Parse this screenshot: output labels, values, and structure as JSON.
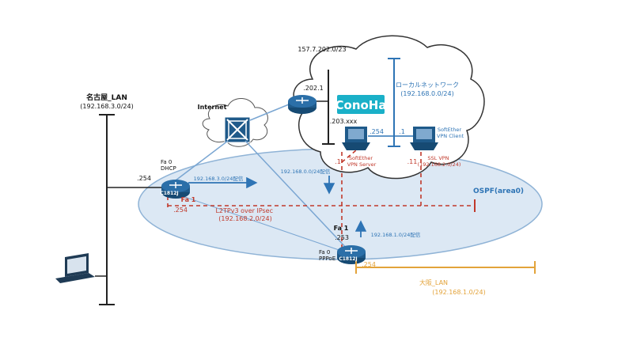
{
  "labels": {
    "nagoya_lan": "名古屋_LAN",
    "nagoya_net": "(192.168.3.0/24)",
    "internet": "Internet",
    "cloud_net": "157.7.202.0/23",
    "cloud_gw": ".202.1",
    "cloud_host": ".203.xxx",
    "local_net_title": "ローカルネットワーク",
    "local_net": "(192.168.0.0/24)",
    "host_254": ".254",
    "host_1_right": ".1",
    "sevpn_client": "SoftEther\nVPN Client",
    "sevpn_server": "SoftEther\nVPN Server",
    "ssl_vpn": "SSL VPN\n(192.168.2.0/24)",
    "vpn_dot1": ".1",
    "vpn_dot11": ".11",
    "ospf": "OSPF(area0)",
    "r1_fa0": "Fa 0\nDHCP",
    "r1_254": ".254",
    "r1_model": "C1812J",
    "r1_fa1": "Fa 1",
    "r1_fa1_254": ".254",
    "route_to_local": "192.168.3.0/24配信",
    "route_0_0": "192.168.0.0/24配信",
    "l2tp": "L2TPv3 over IPsec\n(192.168.2.0/24)",
    "r2_fa1": "Fa 1",
    "r2_253": ".253",
    "route_1_0": "192.168.1.0/24配信",
    "r2_fa0": "Fa 0\nPPPoE",
    "r2_model": "C1812J",
    "r2_254": ".254",
    "osaka_lan": "大阪_LAN",
    "osaka_net": "(192.168.1.0/24)",
    "conoha_logo": "ConoHa"
  },
  "colors": {
    "blue_text": "#2e74b5",
    "red_dash": "#c0392b",
    "orange": "#e3a33a",
    "ospf_fill": "#dce8f4",
    "ospf_stroke": "#8fb3d6",
    "router": "#1f5a8a",
    "line_blue": "#7aa6d2"
  }
}
